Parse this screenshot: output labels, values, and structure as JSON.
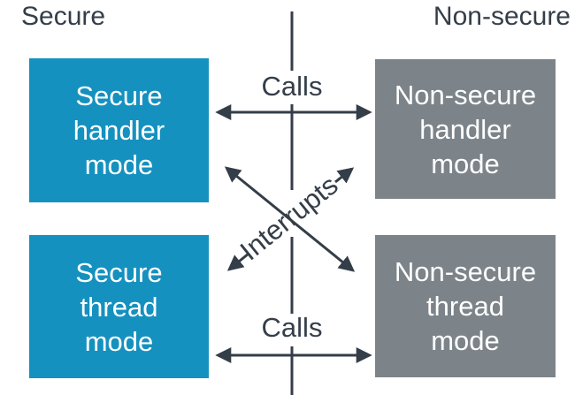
{
  "headings": {
    "secure": "Secure",
    "non_secure": "Non-secure"
  },
  "boxes": [
    {
      "id": "secure-handler-mode",
      "world": "secure",
      "label": "Secure\nhandler\nmode"
    },
    {
      "id": "non-secure-handler-mode",
      "world": "non-secure",
      "label": "Non-secure\nhandler\nmode"
    },
    {
      "id": "secure-thread-mode",
      "world": "secure",
      "label": "Secure\nthread\nmode"
    },
    {
      "id": "non-secure-thread-mode",
      "world": "non-secure",
      "label": "Non-secure\nthread\nmode"
    }
  ],
  "arrow_labels": {
    "calls_top": "Calls",
    "calls_bottom": "Calls",
    "interrupts": "Interrupts"
  },
  "colors": {
    "secure-fill": "#1591BF",
    "non-secure-fill": "#7C848A",
    "line": "#343E49",
    "box-text": "#FFFFFF",
    "background": "#FFFFFF"
  }
}
